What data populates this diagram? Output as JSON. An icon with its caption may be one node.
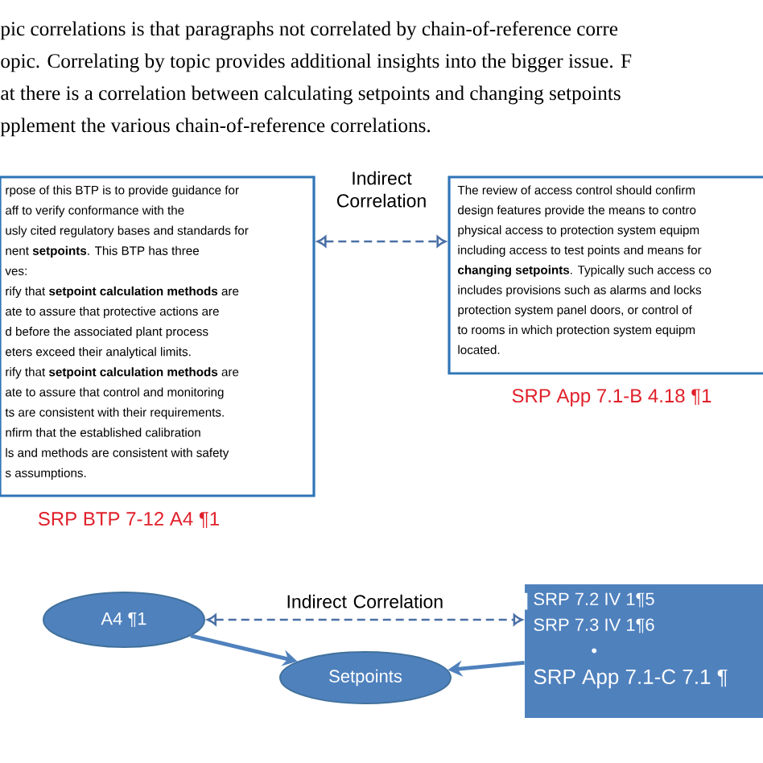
{
  "diagram": {
    "nodes": [
      {
        "text": [
          "rpose of this BTP is to provide guidance for",
          "aff to verify conformance with the",
          "usly cited regulatory bases and standards for",
          "nent **setpoints**. This BTP has three",
          "ves:",
          "rify that **setpoint calculation methods** are",
          "ate to assure that protective actions are",
          "d before the associated plant process",
          "eters exceed their analytical limits.",
          "rify that **setpoint calculation methods** are",
          "ate to assure that control and monitoring",
          "ts are consistent with their requirements.",
          "nfirm that the established calibration",
          "ls and methods are consistent with safety",
          "s assumptions."
        ],
        "beside": [
          "SRP BTP 7-12 A4 ¶1"
        ]
      },
      {
        "text": [
          "The review of access control should confirm",
          "design features provide the means to contro",
          "physical access to protection system equipm",
          "including access to test points and means for",
          "**changing setpoints**. Typically such access co",
          "includes provisions such as alarms and locks",
          "protection system panel doors, or control of",
          "to rooms in which protection system equipm",
          "located."
        ],
        "beside": [
          "SRP App 7.1-B 4.18 ¶1"
        ]
      },
      {
        "text": [
          "A4 ¶1"
        ]
      },
      {
        "text": [
          "Setpoints"
        ]
      },
      {
        "text": [
          "SRP 7.2 IV 1¶5",
          "SRP 7.3 IV 1¶6",
          "•",
          "SRP App 7.1-C 7.1 ¶"
        ]
      }
    ],
    "edges": [
      {
        "from": 0,
        "to": 1,
        "arrow": "both",
        "style": "dashed",
        "label": "Indirect Correlation"
      },
      {
        "from": 2,
        "to": 3,
        "arrow": "to"
      },
      {
        "from": 4,
        "to": 3,
        "arrow": "to"
      },
      {
        "from": 2,
        "to": 4,
        "arrow": "both",
        "style": "dashed",
        "label": "Indirect Correlation"
      }
    ],
    "labels": [
      "pic correlations is that paragraphs not correlated by chain-of-reference corre",
      "opic. Correlating by topic provides additional insights into the bigger issue. F",
      "at there is a correlation between calculating setpoints and changing setpoints",
      "pplement the various chain-of-reference correlations."
    ]
  }
}
